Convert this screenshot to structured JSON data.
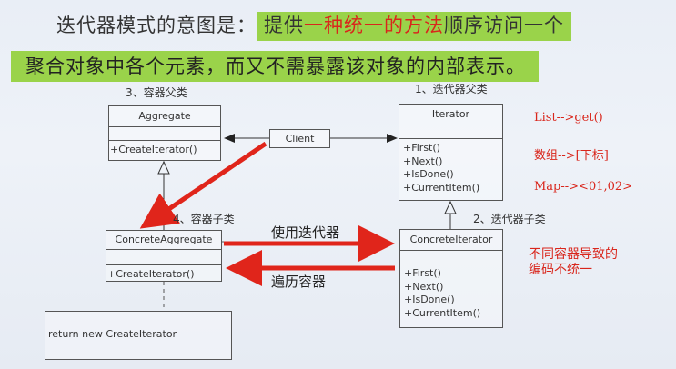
{
  "title": {
    "prefix": "迭代器模式的意图是：",
    "hl_a": "提供",
    "hl_red": "一种统一的方法",
    "hl_b": "顺序访问一个"
  },
  "subtitle": "聚合对象中各个元素，而又不需暴露该对象的内部表示。",
  "captions": {
    "aggregate_parent": "3、容器父类",
    "iterator_parent": "1、迭代器父类",
    "aggregate_child": "4、容器子类",
    "iterator_child": "2、迭代器子类"
  },
  "aggregate": {
    "name": "Aggregate",
    "methods": [
      "+CreateIterator()"
    ]
  },
  "client": {
    "name": "Client"
  },
  "iterator": {
    "name": "Iterator",
    "methods": [
      "+First()",
      "+Next()",
      "+IsDone()",
      "+CurrentItem()"
    ]
  },
  "concrete_aggregate": {
    "name": "ConcreteAggregate",
    "methods": [
      "+CreateIterator()"
    ]
  },
  "concrete_iterator": {
    "name": "ConcreteIterator",
    "methods": [
      "+First()",
      "+Next()",
      "+IsDone()",
      "+CurrentItem()"
    ]
  },
  "code_note": "return new CreateIterator",
  "arrows": {
    "use_iterator": "使用迭代器",
    "traverse": "遍历容器"
  },
  "notes": {
    "list": "List-->get()",
    "array": "数组-->[下标]",
    "map": "Map--><01,02>",
    "problem_l1": "不同容器导致的",
    "problem_l2": "编码不统一"
  },
  "colors": {
    "highlight": "#9ad34a",
    "accent_red": "#d9261c"
  }
}
